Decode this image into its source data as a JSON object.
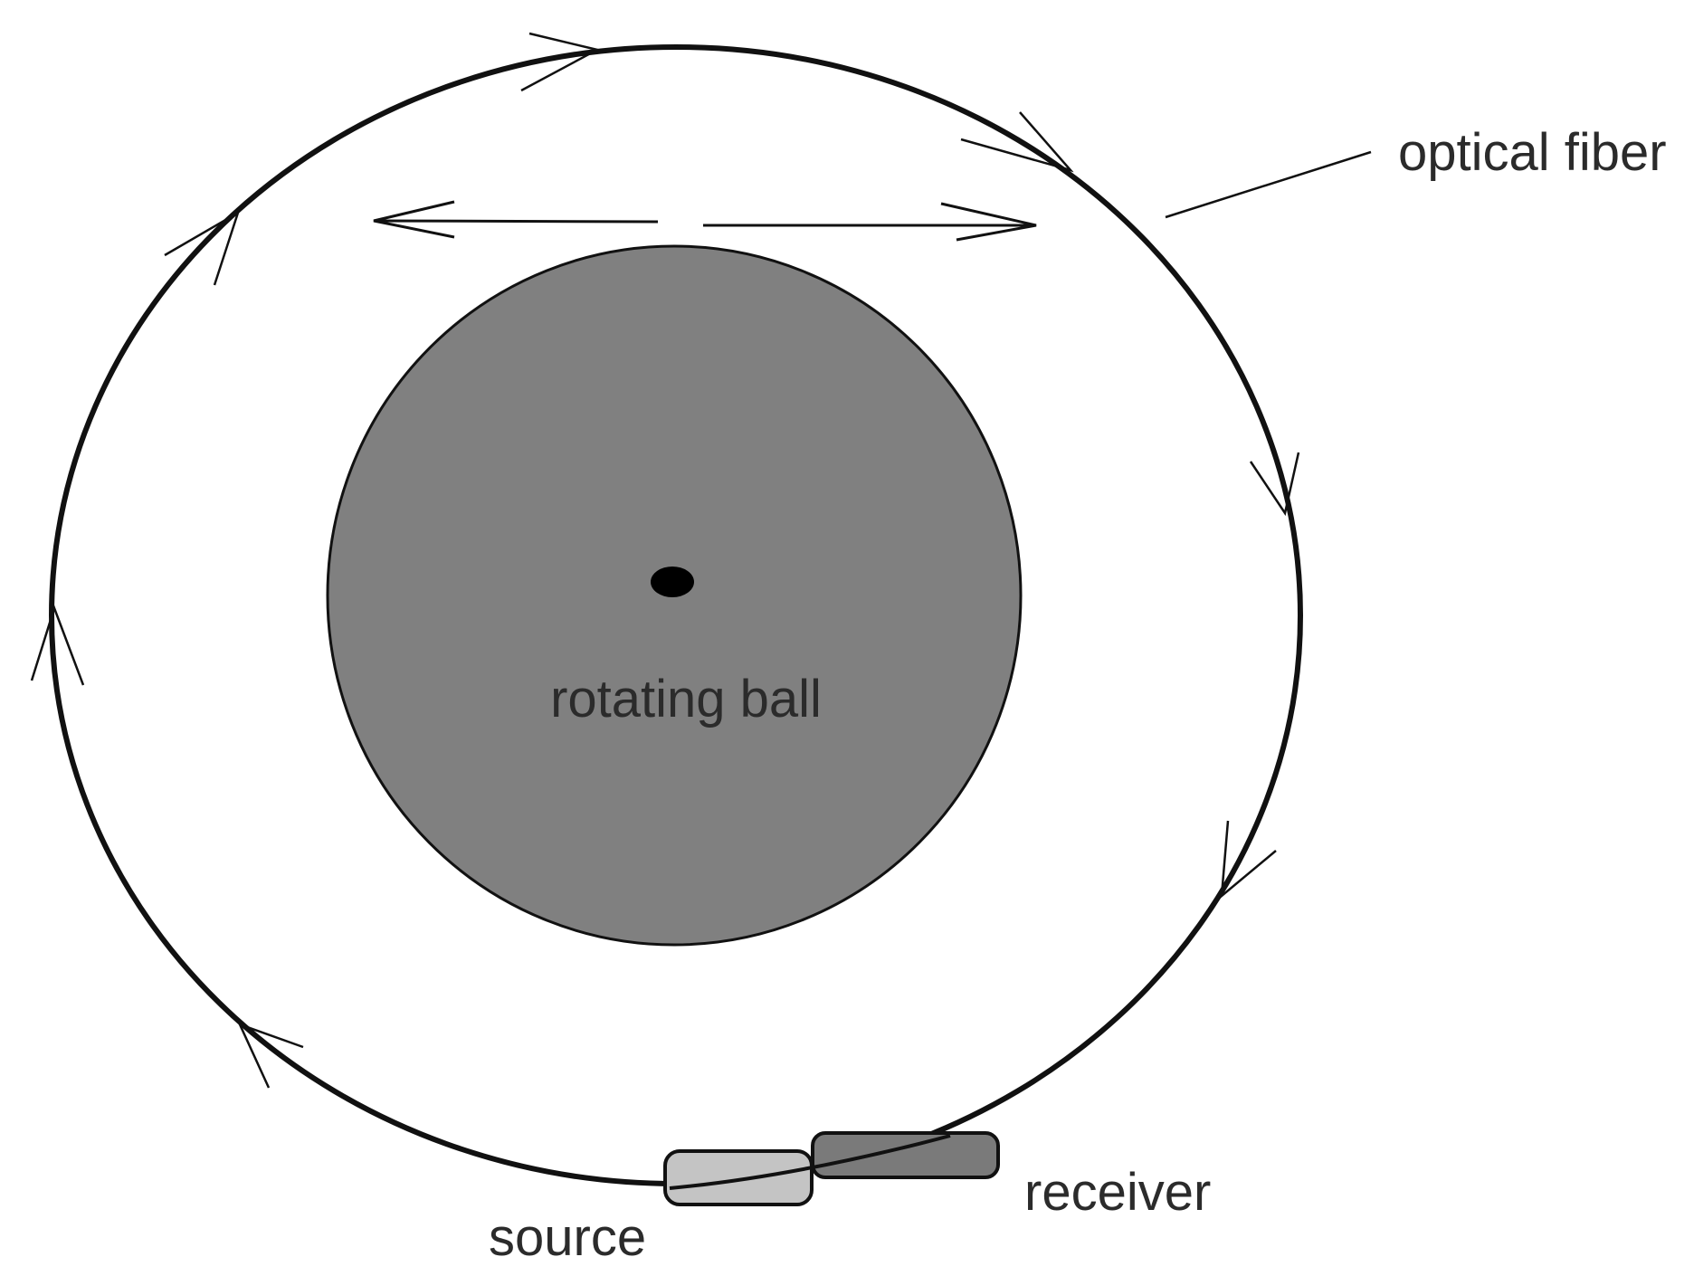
{
  "labels": {
    "optical_fiber": "optical fiber",
    "rotating_ball": "rotating ball",
    "source": "source",
    "receiver": "receiver"
  },
  "colors": {
    "background": "#ffffff",
    "fiber": "#111111",
    "ball_fill": "#808080",
    "source_fill": "#c4c4c4",
    "receiver_fill": "#7a7a7a",
    "text": "#2b2b2b"
  },
  "icons": {
    "fiber_direction": "arrowhead",
    "rotation_direction": "double-arrow"
  }
}
